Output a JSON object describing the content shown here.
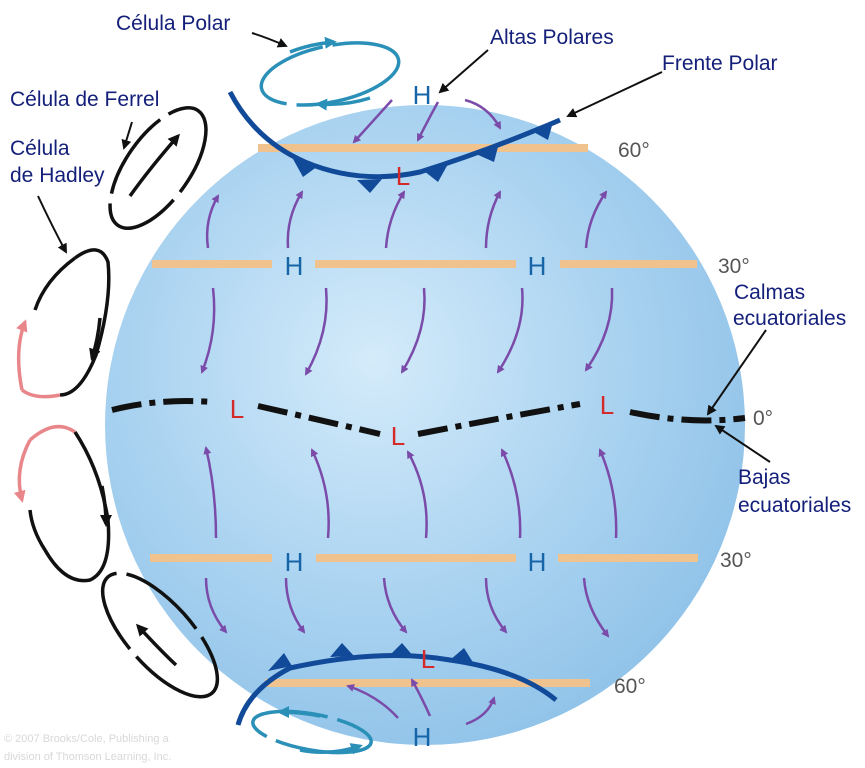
{
  "labels": {
    "polar_cell": "Célula Polar",
    "polar_highs": "Altas Polares",
    "polar_front": "Frente Polar",
    "ferrel_cell": "Célula de Ferrel",
    "hadley_cell_line1": "Célula",
    "hadley_cell_line2": "de Hadley",
    "equatorial_calms_line1": "Calmas",
    "equatorial_calms_line2": "ecuatoriales",
    "equatorial_lows_line1": "Bajas",
    "equatorial_lows_line2": "ecuatoriales"
  },
  "latitudes": {
    "n60": "60°",
    "n30": "30°",
    "eq": "0°",
    "s30": "30°",
    "s60": "60°"
  },
  "pressure": {
    "high": "H",
    "low": "L"
  },
  "copyright": {
    "line1": "© 2007 Brooks/Cole, Publishing a",
    "line2": "division of Thomson Learning, Inc."
  },
  "colors": {
    "globe": "#a9d3f0",
    "high_pressure": "#1565a8",
    "low_pressure": "#d42a2a",
    "label_text": "#14207a",
    "wind_arrows": "#7a4ba8",
    "latitude_bands": "#f0c38e",
    "polar_front": "#124a9a",
    "polar_cell": "#2a90b8",
    "warm_cell_segment": "#e8868a"
  }
}
